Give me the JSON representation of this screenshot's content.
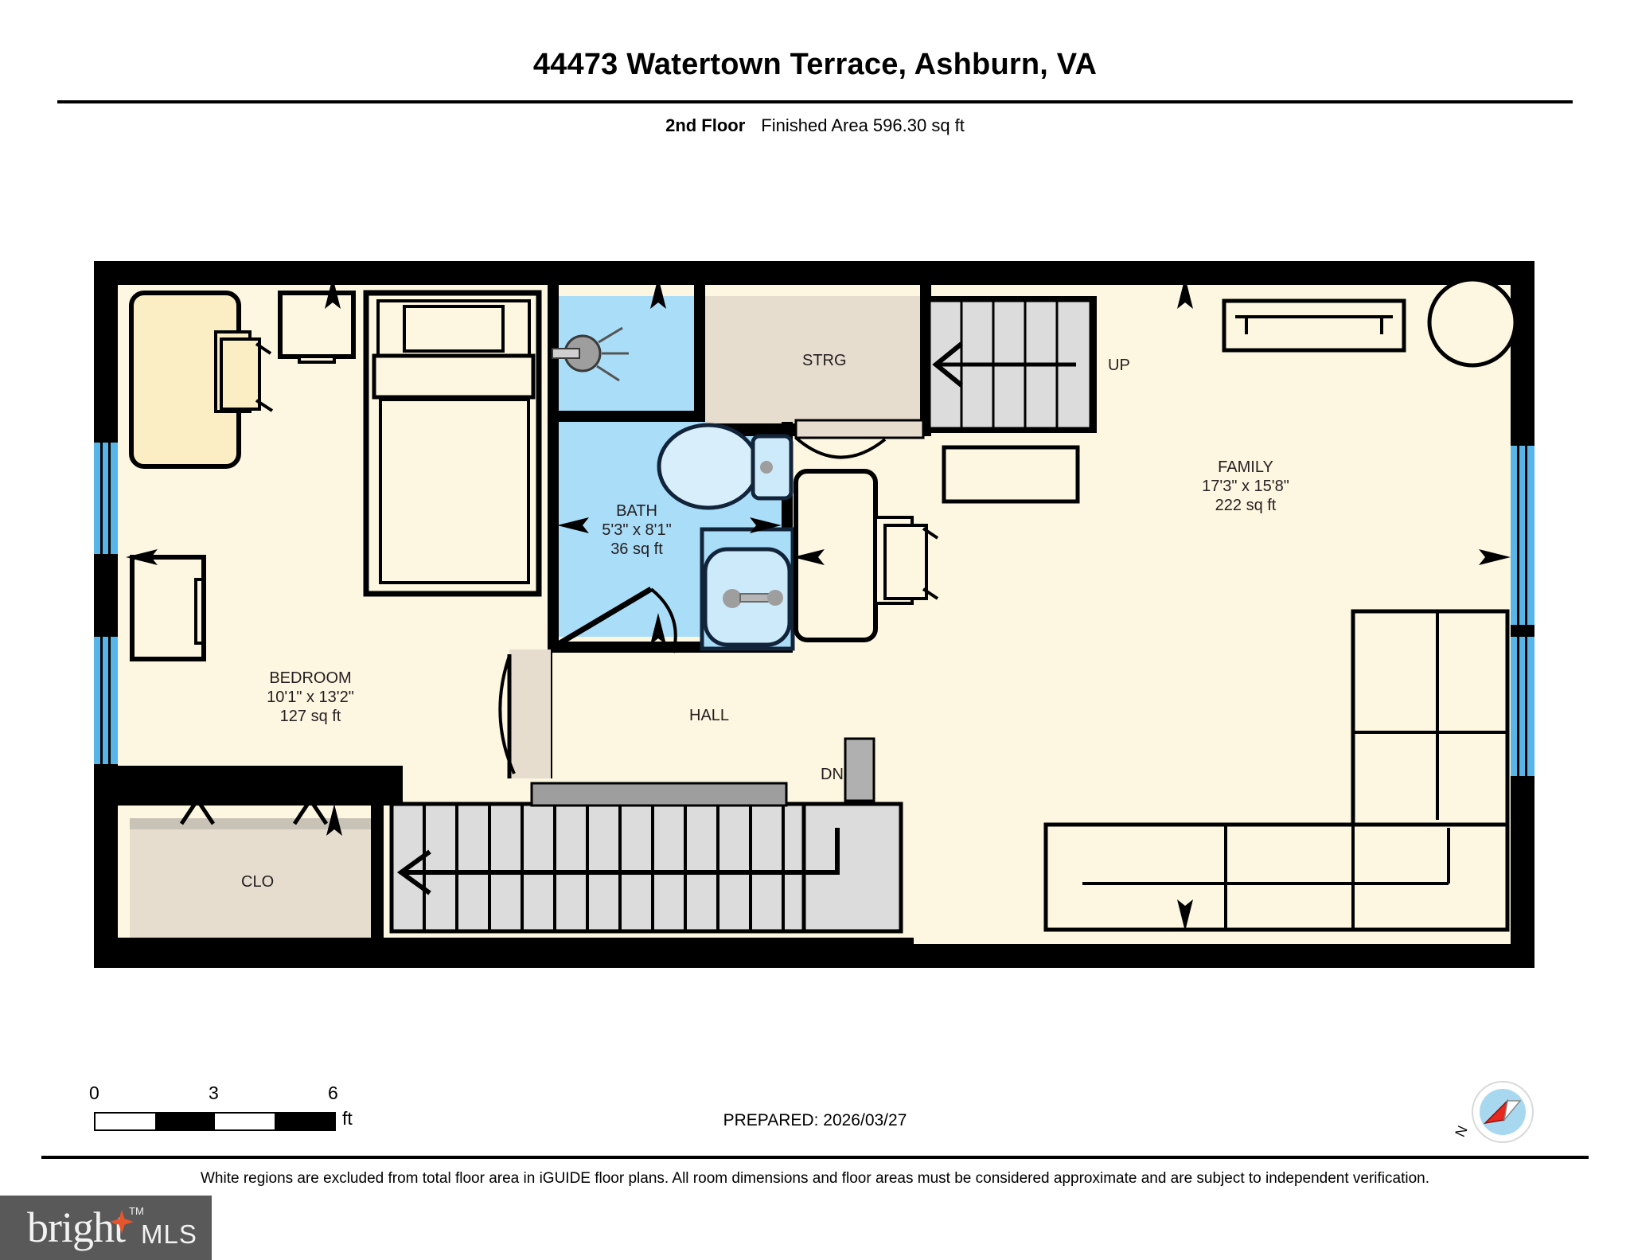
{
  "header": {
    "title": "44473 Watertown Terrace, Ashburn, VA",
    "floor_label": "2nd Floor",
    "area_label": "Finished Area 596.30 sq ft"
  },
  "rooms": [
    {
      "name": "BEDROOM",
      "dimensions": "10'1\" x 13'2\"",
      "area": "127 sq ft"
    },
    {
      "name": "BATH",
      "dimensions": "5'3\" x 8'1\"",
      "area": "36 sq ft"
    },
    {
      "name": "FAMILY",
      "dimensions": "17'3\" x 15'8\"",
      "area": "222 sq ft"
    }
  ],
  "small_labels": {
    "storage": "STRG",
    "closet": "CLO",
    "hall": "HALL",
    "stairs_up": "UP",
    "stairs_down": "DN"
  },
  "scale": {
    "min": "0",
    "mid": "3",
    "max": "6",
    "unit": "ft"
  },
  "compass": {
    "north_label": "N"
  },
  "footer": {
    "prepared": "PREPARED: 2026/03/27",
    "disclaimer": "White regions are excluded from total floor area in iGUIDE floor plans. All room dimensions and floor areas must be considered approximate and are subject to independent verification."
  },
  "logo": {
    "brand": "bright",
    "suffix": "MLS",
    "trademark": "TM"
  },
  "colors": {
    "wall": "#000000",
    "floor_warm": "#fdf6e0",
    "furniture_fill": "#fbedc4",
    "bath_blue": "#aaddf8",
    "window_blue": "#57b5e8",
    "storage_beige": "#e7ddcf",
    "stairs_gray": "#dcdcdc",
    "logo_gray": "#595959",
    "logo_accent": "#e8552d",
    "compass_red": "#e8281e",
    "compass_blue": "#a8d8f0"
  }
}
